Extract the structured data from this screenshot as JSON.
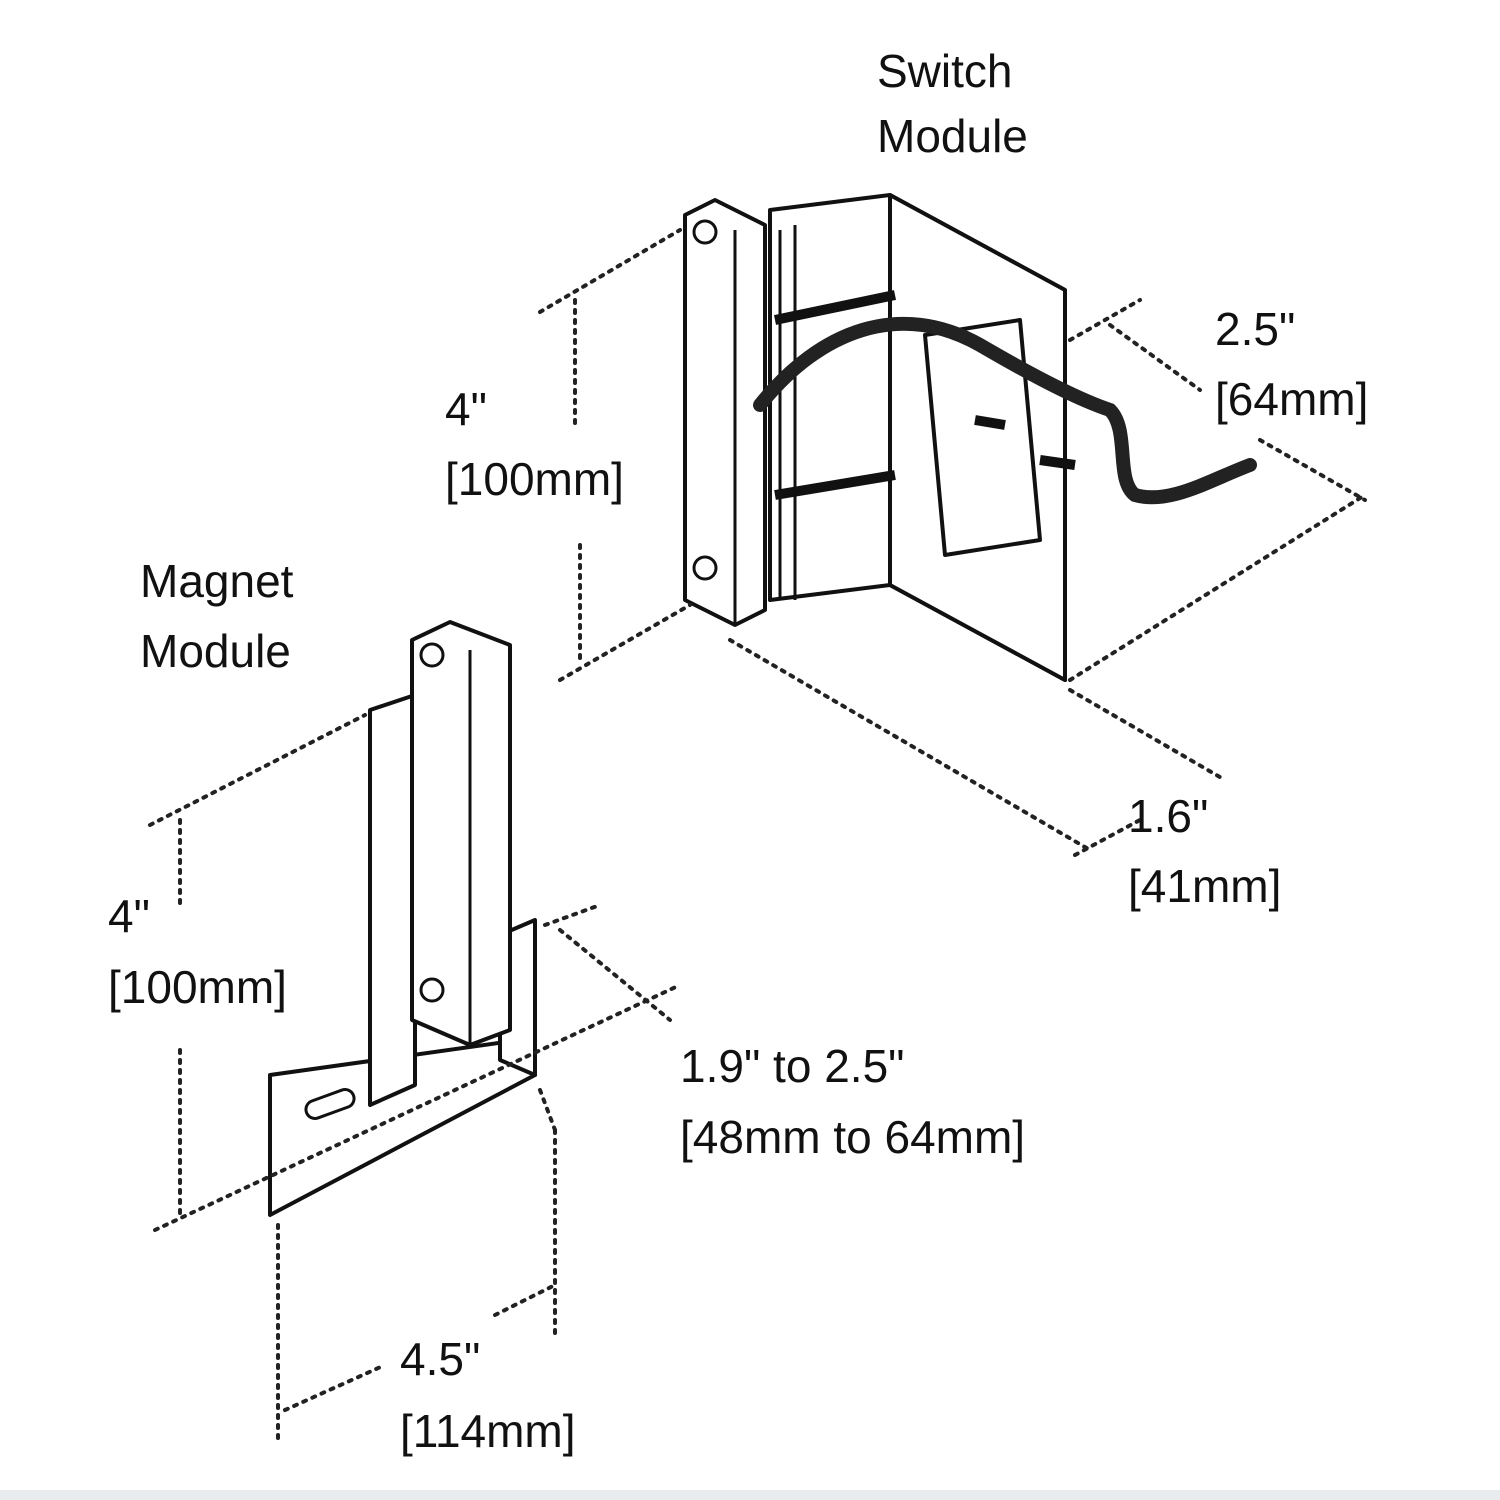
{
  "switch_module": {
    "label_line1": "Switch",
    "label_line2": "Module",
    "height_in": "4\"",
    "height_mm": "[100mm]",
    "width_in": "2.5\"",
    "width_mm": "[64mm]",
    "depth_in": "1.6\"",
    "depth_mm": "[41mm]"
  },
  "magnet_module": {
    "label_line1": "Magnet",
    "label_line2": "Module",
    "height_in": "4\"",
    "height_mm": "[100mm]",
    "offset_in": "1.9\" to 2.5\"",
    "offset_mm": "[48mm to 64mm]",
    "length_in": "4.5\"",
    "length_mm": "[114mm]"
  }
}
